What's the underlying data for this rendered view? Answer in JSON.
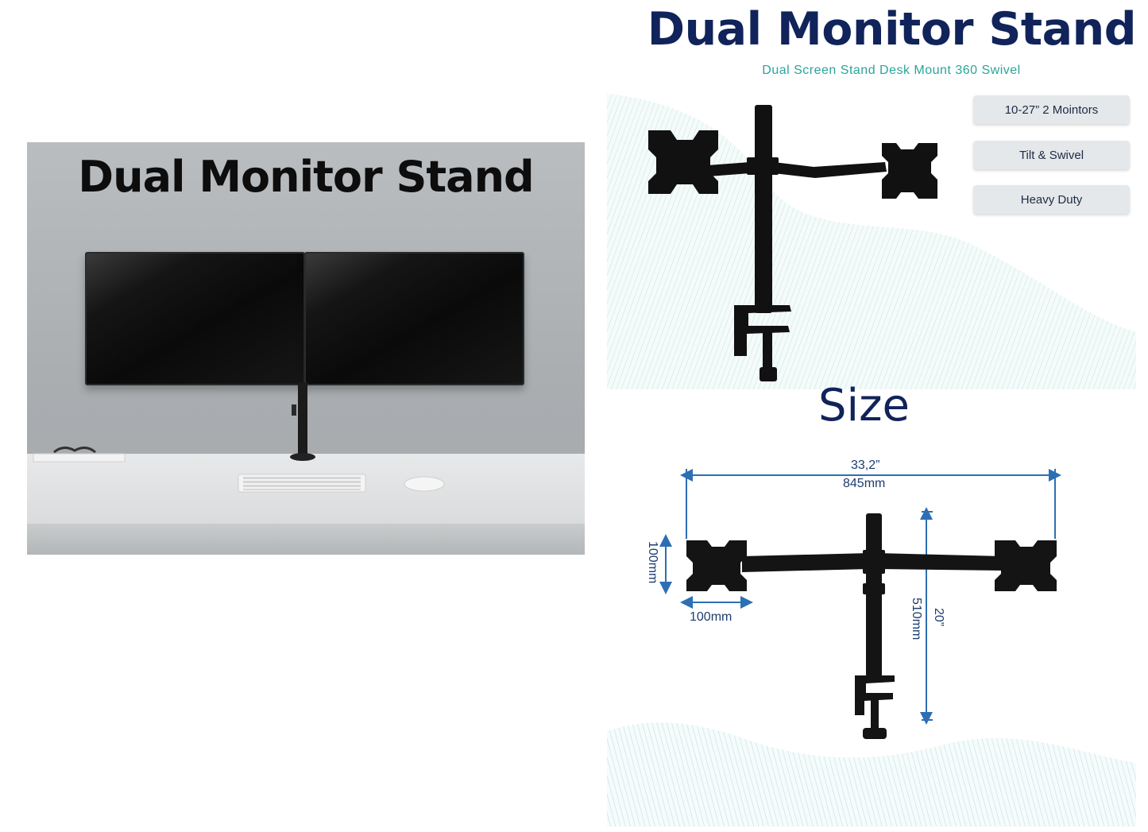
{
  "left_panel": {
    "title": "Dual Monitor Stand"
  },
  "right_top": {
    "title": "Dual Monitor Stand",
    "subtitle": "Dual Screen Stand Desk Mount 360 Swivel",
    "features": [
      {
        "label": "10-27” 2 Mointors"
      },
      {
        "label": "Tilt & Swivel"
      },
      {
        "label": "Heavy Duty"
      }
    ]
  },
  "size_section": {
    "title": "Size",
    "dimensions": {
      "width_in": "33,2”",
      "width_mm": "845mm",
      "plate_height": "100mm",
      "plate_width": "100mm",
      "pole_height_mm": "510mm",
      "pole_height_in": "20”"
    }
  },
  "colors": {
    "title_navy": "#10235a",
    "subtitle_teal": "#2aa59a",
    "dimension_blue": "#2d6fb3",
    "wave_teal": "#8fd1cb"
  }
}
